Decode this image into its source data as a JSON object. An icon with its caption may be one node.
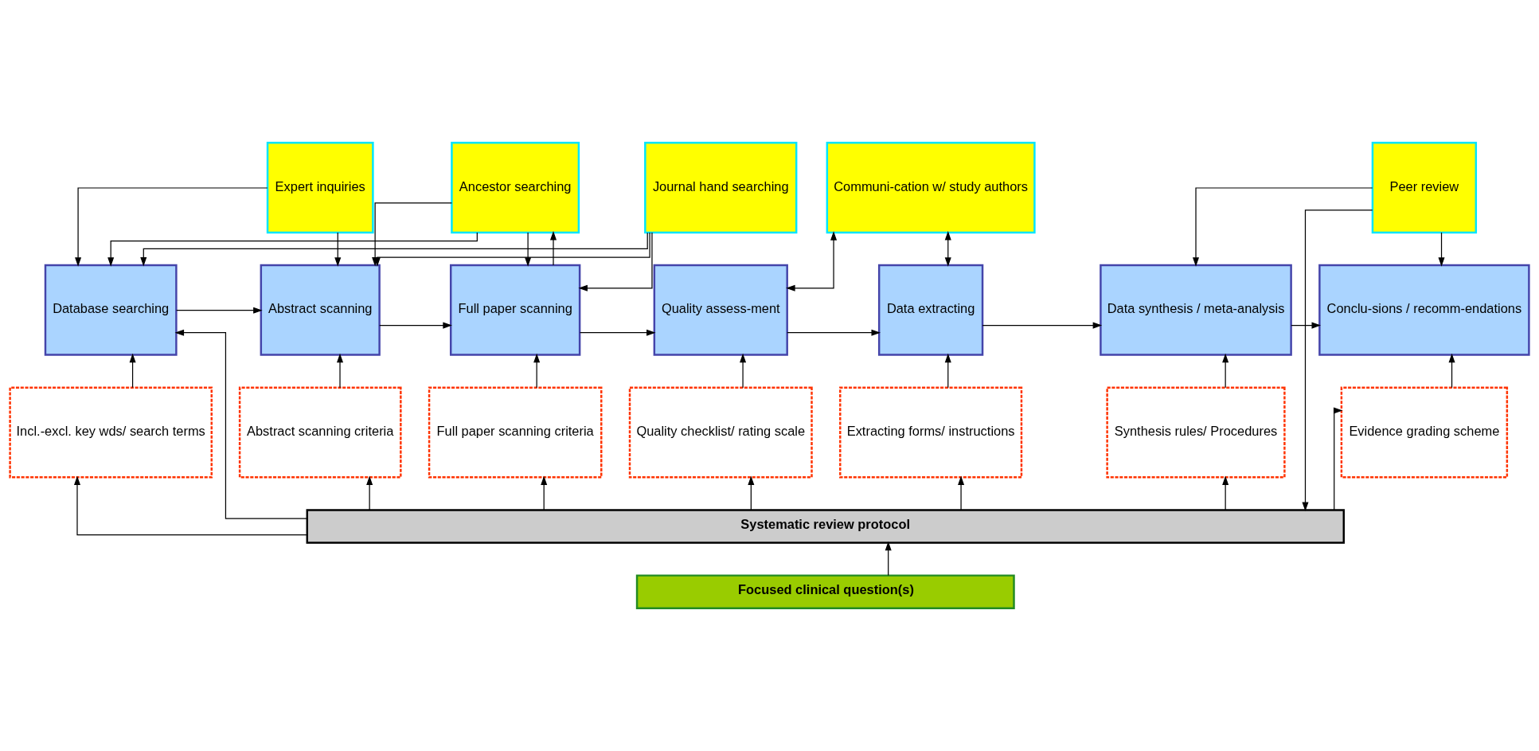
{
  "diagram": {
    "nodes": [
      {
        "text": [
          "Expert inquiries"
        ]
      },
      {
        "text": [
          "Ancestor searching"
        ]
      },
      {
        "text": [
          "Journal hand searching"
        ]
      },
      {
        "text": [
          "Communi-cation w/ study authors"
        ]
      },
      {
        "text": [
          "Peer review"
        ]
      },
      {
        "text": [
          "Database searching"
        ]
      },
      {
        "text": [
          "Abstract scanning"
        ]
      },
      {
        "text": [
          "Full paper scanning"
        ]
      },
      {
        "text": [
          "Quality assess-ment"
        ]
      },
      {
        "text": [
          "Data extracting"
        ]
      },
      {
        "text": [
          "Data synthesis / meta-analysis"
        ]
      },
      {
        "text": [
          "Conclu-sions / recomm-endations"
        ]
      },
      {
        "text": [
          "Incl.-excl. key wds/ search terms"
        ]
      },
      {
        "text": [
          "Abstract scanning criteria"
        ]
      },
      {
        "text": [
          "Full paper scanning criteria"
        ]
      },
      {
        "text": [
          "Quality checklist/ rating scale"
        ]
      },
      {
        "text": [
          "Extracting forms/ instructions"
        ]
      },
      {
        "text": [
          "Synthesis rules/ Procedures"
        ]
      },
      {
        "text": [
          "Evidence grading scheme"
        ]
      },
      {
        "text": [
          "Systematic review protocol"
        ]
      },
      {
        "text": [
          "Focused clinical question(s)"
        ]
      }
    ],
    "edges": [
      {
        "from": 5,
        "to": 6,
        "arrow": "to"
      },
      {
        "from": 6,
        "to": 7,
        "arrow": "to"
      },
      {
        "from": 7,
        "to": 8,
        "arrow": "to"
      },
      {
        "from": 8,
        "to": 9,
        "arrow": "to"
      },
      {
        "from": 9,
        "to": 10,
        "arrow": "to"
      },
      {
        "from": 10,
        "to": 11,
        "arrow": "to"
      },
      {
        "from": 0,
        "to": 5,
        "arrow": "to"
      },
      {
        "from": 0,
        "to": 6,
        "arrow": "to"
      },
      {
        "from": 1,
        "to": 5,
        "arrow": "to"
      },
      {
        "from": 1,
        "to": 6,
        "arrow": "to"
      },
      {
        "from": 2,
        "to": 5,
        "arrow": "to"
      },
      {
        "from": 2,
        "to": 6,
        "arrow": "to"
      },
      {
        "from": 2,
        "to": 7,
        "arrow": "to"
      },
      {
        "from": 7,
        "to": 1,
        "arrow": "to"
      },
      {
        "from": 1,
        "to": 7,
        "arrow": "to"
      },
      {
        "from": 8,
        "to": 3,
        "arrow": "both"
      },
      {
        "from": 9,
        "to": 3,
        "arrow": "both"
      },
      {
        "from": 4,
        "to": 10,
        "arrow": "to"
      },
      {
        "from": 4,
        "to": 11,
        "arrow": "to"
      },
      {
        "from": 4,
        "to": 19,
        "arrow": "to"
      },
      {
        "from": 12,
        "to": 5,
        "arrow": "to"
      },
      {
        "from": 13,
        "to": 6,
        "arrow": "to"
      },
      {
        "from": 14,
        "to": 7,
        "arrow": "to"
      },
      {
        "from": 15,
        "to": 8,
        "arrow": "to"
      },
      {
        "from": 16,
        "to": 9,
        "arrow": "to"
      },
      {
        "from": 17,
        "to": 10,
        "arrow": "to"
      },
      {
        "from": 18,
        "to": 11,
        "arrow": "to"
      },
      {
        "from": 19,
        "to": 5,
        "arrow": "to"
      },
      {
        "from": 19,
        "to": 12,
        "arrow": "to"
      },
      {
        "from": 19,
        "to": 13,
        "arrow": "to"
      },
      {
        "from": 19,
        "to": 14,
        "arrow": "to"
      },
      {
        "from": 19,
        "to": 15,
        "arrow": "to"
      },
      {
        "from": 19,
        "to": 16,
        "arrow": "to"
      },
      {
        "from": 19,
        "to": 17,
        "arrow": "to"
      },
      {
        "from": 19,
        "to": 18,
        "arrow": "to"
      },
      {
        "from": 20,
        "to": 19,
        "arrow": "to"
      }
    ]
  }
}
